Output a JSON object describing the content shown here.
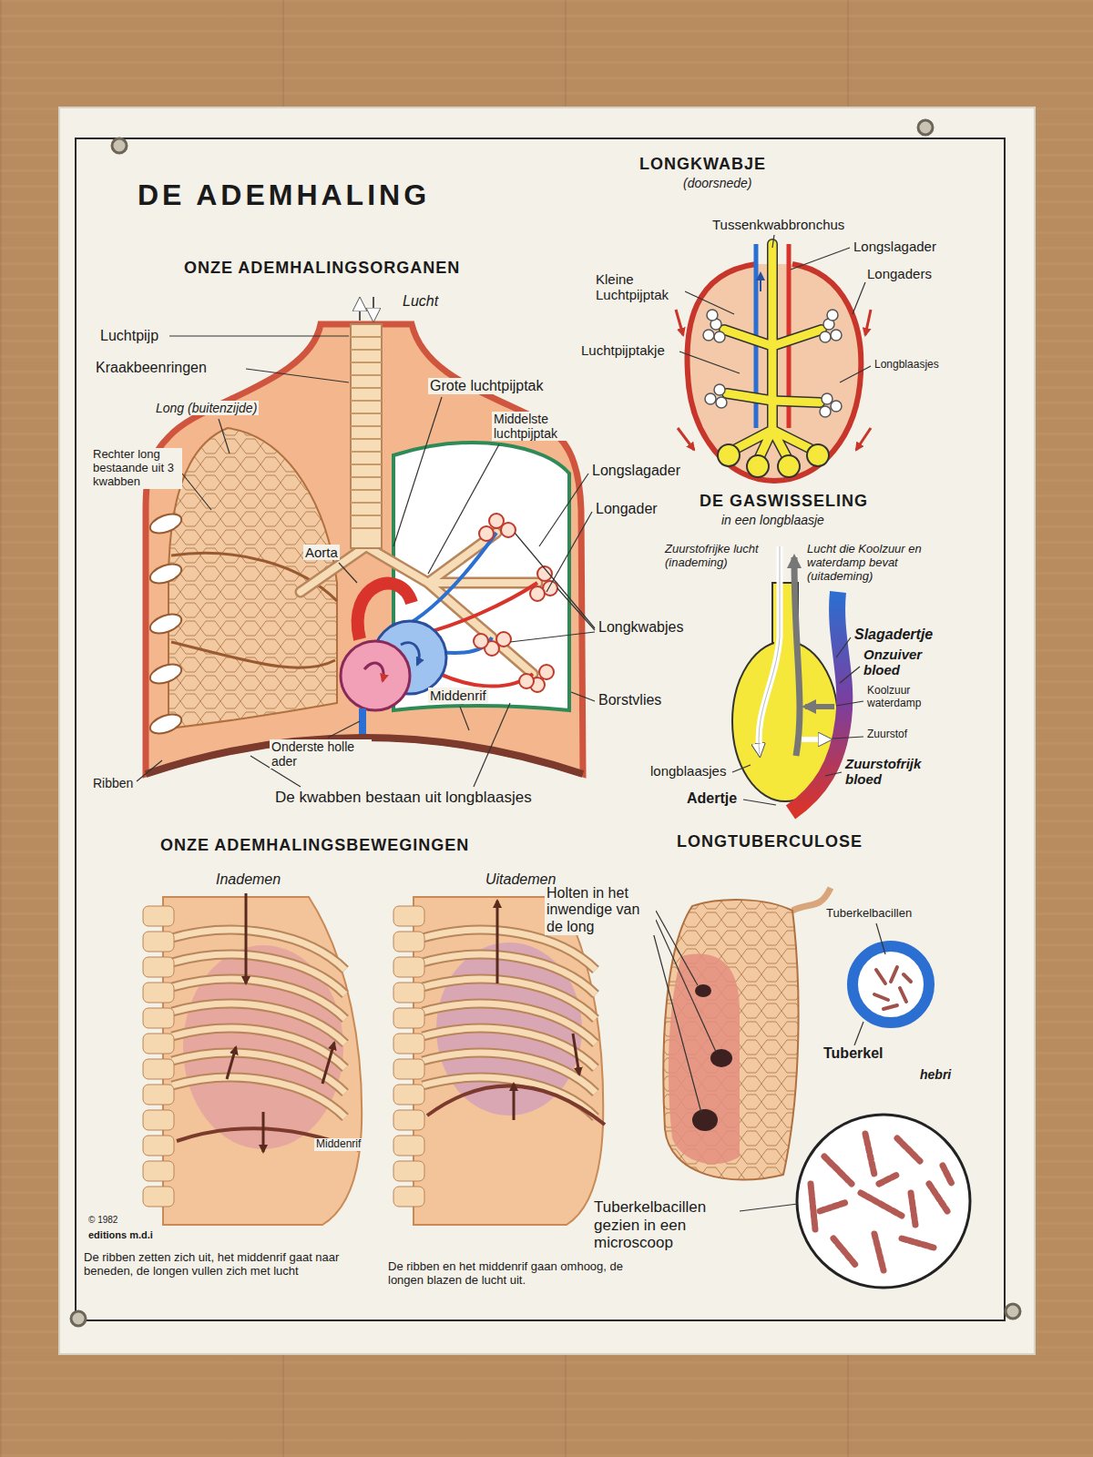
{
  "diagram": {
    "title": "DE ADEMHALING",
    "labels": [
      "ONZE ADEMHALINGSORGANEN",
      "Lucht",
      "Luchtpijp",
      "Kraakbeenringen",
      "Long (buitenzijde)",
      "Rechter long bestaande uit 3 kwabben",
      "Ribben",
      "Onderste holle ader",
      "De kwabben bestaan uit longblaasjes",
      "Middenrif",
      "Aorta",
      "Grote luchtpijptak",
      "Middelste luchtpijptak",
      "Longslagader",
      "Longader",
      "Longkwabjes",
      "Borstvlies",
      "LONGKWABJE",
      "(doorsnede)",
      "Tussenkwabbronchus",
      "Longslagader",
      "Longaders",
      "Kleine Luchtpijptak",
      "Luchtpijptakje",
      "Longblaasjes",
      "DE GASWISSELING",
      "in een longblaasje",
      "Zuurstofrijke lucht (inademing)",
      "Lucht die Koolzuur en waterdamp bevat (uitademing)",
      "Slagadertje",
      "Onzuiver bloed",
      "Koolzuur waterdamp",
      "Zuurstof",
      "Zuurstofrijk bloed",
      "longblaasjes",
      "Adertje",
      "ONZE ADEMHALINGSBEWEGINGEN",
      "Inademen",
      "Uitademen",
      "Middenrif",
      "De ribben zetten zich uit, het middenrif gaat naar beneden, de longen vullen zich met lucht",
      "De ribben en het middenrif gaan omhoog, de longen blazen de lucht uit.",
      "© 1982",
      "editions m.d.i",
      "LONGTUBERCULOSE",
      "Holten in het inwendige van de long",
      "Tuberkelbacillen",
      "Tuberkel",
      "Tuberkelbacillen gezien in een microscoop",
      "hebri"
    ]
  }
}
